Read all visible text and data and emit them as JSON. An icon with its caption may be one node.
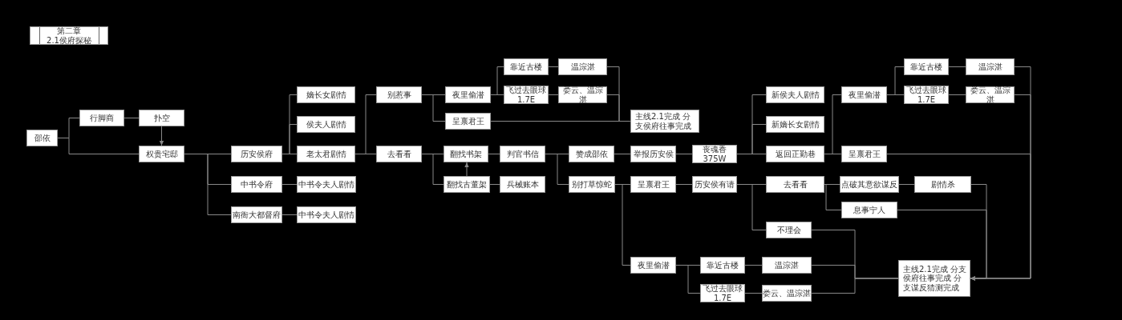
{
  "diagram": {
    "nodes": [
      {
        "text": [
          "第二章",
          "2.1侯府探秘"
        ]
      },
      {
        "text": [
          "邵依"
        ]
      },
      {
        "text": [
          "行脚商"
        ]
      },
      {
        "text": [
          "扑空"
        ]
      },
      {
        "text": [
          "权贵宅邸"
        ]
      },
      {
        "text": [
          "历安侯府"
        ]
      },
      {
        "text": [
          "中书令府"
        ]
      },
      {
        "text": [
          "南衙大都督府"
        ]
      },
      {
        "text": [
          "嫡长女剧情"
        ]
      },
      {
        "text": [
          "侯夫人剧情"
        ]
      },
      {
        "text": [
          "老太君剧情"
        ]
      },
      {
        "text": [
          "中书令夫人剧情"
        ]
      },
      {
        "text": [
          "中书令夫人剧情"
        ]
      },
      {
        "text": [
          "别惹事"
        ]
      },
      {
        "text": [
          "去看看"
        ]
      },
      {
        "text": [
          "夜里偷潜"
        ]
      },
      {
        "text": [
          "呈禀君王"
        ]
      },
      {
        "text": [
          "翻找书架"
        ]
      },
      {
        "text": [
          "翻找古董架"
        ]
      },
      {
        "text": [
          "判官书信"
        ]
      },
      {
        "text": [
          "兵械账本"
        ]
      },
      {
        "text": [
          "靠近古楼"
        ]
      },
      {
        "text": [
          "温淙湛"
        ]
      },
      {
        "text": [
          "飞过去眼球 1.7E"
        ]
      },
      {
        "text": [
          "娄云、温淙湛"
        ]
      },
      {
        "text": [
          "主线2.1完成 分支侯府往事完成"
        ]
      },
      {
        "text": [
          "赞成邵依"
        ]
      },
      {
        "text": [
          "别打草惊蛇"
        ]
      },
      {
        "text": [
          "举报历安侯"
        ]
      },
      {
        "text": [
          "呈禀君王"
        ]
      },
      {
        "text": [
          "丧魂香 375W"
        ]
      },
      {
        "text": [
          "历安侯有请"
        ]
      },
      {
        "text": [
          "新侯夫人剧情"
        ]
      },
      {
        "text": [
          "新嫡长女剧情"
        ]
      },
      {
        "text": [
          "返回正勤巷"
        ]
      },
      {
        "text": [
          "去看看"
        ]
      },
      {
        "text": [
          "不理会"
        ]
      },
      {
        "text": [
          "夜里偷潜"
        ]
      },
      {
        "text": [
          "呈禀君王"
        ]
      },
      {
        "text": [
          "靠近古楼"
        ]
      },
      {
        "text": [
          "温淙湛"
        ]
      },
      {
        "text": [
          "飞过去眼球 1.7E"
        ]
      },
      {
        "text": [
          "娄云、温淙湛"
        ]
      },
      {
        "text": [
          "点破其意欲谋反"
        ]
      },
      {
        "text": [
          "剧情杀"
        ]
      },
      {
        "text": [
          "息事宁人"
        ]
      },
      {
        "text": [
          "主线2.1完成 分支侯府往事完成 分支谋反猜测完成"
        ]
      },
      {
        "text": [
          "夜里偷潜"
        ]
      },
      {
        "text": [
          "靠近古楼"
        ]
      },
      {
        "text": [
          "温淙湛"
        ]
      },
      {
        "text": [
          "飞过去眼球 1.7E"
        ]
      },
      {
        "text": [
          "娄云、温淙湛"
        ]
      }
    ],
    "edges": [
      {
        "from": 1,
        "to": 2,
        "arrow": "none"
      },
      {
        "from": 1,
        "to": 4,
        "arrow": "none"
      },
      {
        "from": 2,
        "to": 3,
        "arrow": "none"
      },
      {
        "from": 3,
        "to": 4,
        "arrow": "to"
      },
      {
        "from": 4,
        "to": 5,
        "arrow": "none"
      },
      {
        "from": 4,
        "to": 6,
        "arrow": "none"
      },
      {
        "from": 4,
        "to": 7,
        "arrow": "none"
      },
      {
        "from": 5,
        "to": 8,
        "arrow": "none"
      },
      {
        "from": 5,
        "to": 9,
        "arrow": "none"
      },
      {
        "from": 5,
        "to": 10,
        "arrow": "none"
      },
      {
        "from": 6,
        "to": 11,
        "arrow": "none"
      },
      {
        "from": 7,
        "to": 12,
        "arrow": "none"
      },
      {
        "from": 10,
        "to": 13,
        "arrow": "none"
      },
      {
        "from": 10,
        "to": 14,
        "arrow": "none"
      },
      {
        "from": 13,
        "to": 15,
        "arrow": "none"
      },
      {
        "from": 13,
        "to": 16,
        "arrow": "none"
      },
      {
        "from": 15,
        "to": 21,
        "arrow": "none"
      },
      {
        "from": 15,
        "to": 23,
        "arrow": "none"
      },
      {
        "from": 21,
        "to": 22,
        "arrow": "none"
      },
      {
        "from": 23,
        "to": 24,
        "arrow": "none"
      },
      {
        "from": 22,
        "to": 25,
        "arrow": "none"
      },
      {
        "from": 24,
        "to": 25,
        "arrow": "none"
      },
      {
        "from": 16,
        "to": 25,
        "arrow": "none"
      },
      {
        "from": 14,
        "to": 17,
        "arrow": "none"
      },
      {
        "from": 14,
        "to": 18,
        "arrow": "none"
      },
      {
        "from": 18,
        "to": 17,
        "arrow": "to"
      },
      {
        "from": 17,
        "to": 19,
        "arrow": "none"
      },
      {
        "from": 18,
        "to": 20,
        "arrow": "none"
      },
      {
        "from": 19,
        "to": 26,
        "arrow": "none"
      },
      {
        "from": 19,
        "to": 27,
        "arrow": "none"
      },
      {
        "from": 26,
        "to": 28,
        "arrow": "none"
      },
      {
        "from": 27,
        "to": 29,
        "arrow": "none"
      },
      {
        "from": 27,
        "to": 47,
        "arrow": "none"
      },
      {
        "from": 28,
        "to": 30,
        "arrow": "none"
      },
      {
        "from": 29,
        "to": 31,
        "arrow": "none"
      },
      {
        "from": 30,
        "to": 32,
        "arrow": "none"
      },
      {
        "from": 30,
        "to": 33,
        "arrow": "none"
      },
      {
        "from": 30,
        "to": 34,
        "arrow": "none"
      },
      {
        "from": 31,
        "to": 35,
        "arrow": "none"
      },
      {
        "from": 31,
        "to": 36,
        "arrow": "none"
      },
      {
        "from": 34,
        "to": 37,
        "arrow": "none"
      },
      {
        "from": 34,
        "to": 38,
        "arrow": "none"
      },
      {
        "from": 37,
        "to": 39,
        "arrow": "none"
      },
      {
        "from": 37,
        "to": 41,
        "arrow": "none"
      },
      {
        "from": 39,
        "to": 40,
        "arrow": "none"
      },
      {
        "from": 41,
        "to": 42,
        "arrow": "none"
      },
      {
        "from": 40,
        "to": 46,
        "arrow": "to"
      },
      {
        "from": 42,
        "to": 46,
        "arrow": "to"
      },
      {
        "from": 38,
        "to": 46,
        "arrow": "to"
      },
      {
        "from": 35,
        "to": 43,
        "arrow": "none"
      },
      {
        "from": 35,
        "to": 45,
        "arrow": "none"
      },
      {
        "from": 43,
        "to": 44,
        "arrow": "none"
      },
      {
        "from": 44,
        "to": 46,
        "arrow": "to"
      },
      {
        "from": 45,
        "to": 46,
        "arrow": "to"
      },
      {
        "from": 36,
        "to": 46,
        "arrow": "none"
      },
      {
        "from": 49,
        "to": 46,
        "arrow": "none"
      },
      {
        "from": 51,
        "to": 46,
        "arrow": "none"
      },
      {
        "from": 47,
        "to": 48,
        "arrow": "none"
      },
      {
        "from": 47,
        "to": 50,
        "arrow": "none"
      },
      {
        "from": 48,
        "to": 49,
        "arrow": "none"
      },
      {
        "from": 50,
        "to": 51,
        "arrow": "none"
      }
    ]
  }
}
